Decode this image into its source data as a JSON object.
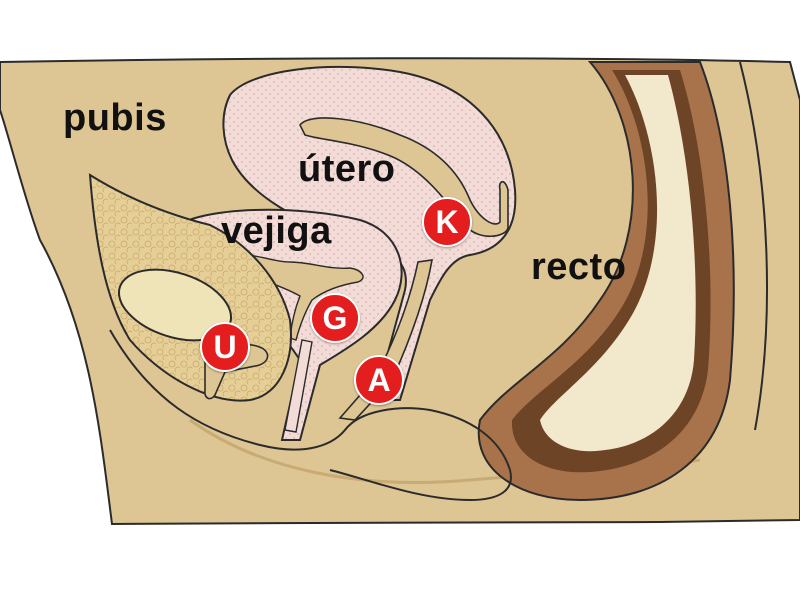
{
  "labels": {
    "pubis": "pubis",
    "utero": "útero",
    "vejiga": "vejiga",
    "recto": "recto"
  },
  "markers": {
    "k": "K",
    "g": "G",
    "u": "U",
    "a": "A"
  },
  "colors": {
    "skin_tan": "#ddc594",
    "skin_light": "#f2e8cc",
    "pink_tissue": "#f3dcd8",
    "pink_dots": "#e2c0bc",
    "bone": "#efe3b8",
    "rectum_brown": "#a8734a",
    "rectum_dark": "#6e4427",
    "marker_red": "#e41e1e",
    "outline": "#2b2b2b"
  }
}
